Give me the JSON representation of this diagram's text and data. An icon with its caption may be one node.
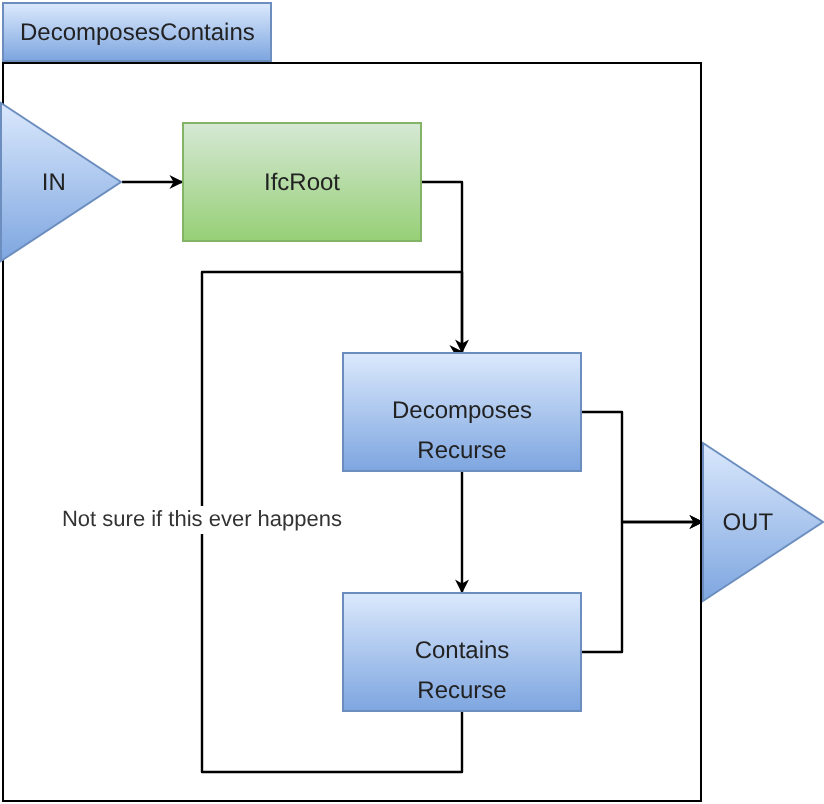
{
  "diagram": {
    "nodes": [
      {
        "text": [
          "DecomposesContains"
        ]
      },
      {
        "text": [
          "IN"
        ],
        "in": 0
      },
      {
        "text": [
          "IfcRoot"
        ],
        "in": 0
      },
      {
        "text": [
          "Decomposes Recurse"
        ],
        "in": 0
      },
      {
        "text": [
          "Contains Recurse"
        ],
        "in": 0
      },
      {
        "text": [
          "OUT"
        ]
      }
    ],
    "edges": [
      {
        "from": 1,
        "to": 2,
        "arrow": "to"
      },
      {
        "from": 2,
        "to": 3,
        "arrow": "to"
      },
      {
        "from": 4,
        "to": 3,
        "arrow": "to",
        "label": "Not sure if this ever happens"
      },
      {
        "from": 3,
        "to": 4,
        "arrow": "to"
      },
      {
        "from": 3,
        "to": 5,
        "arrow": "to"
      },
      {
        "from": 4,
        "to": 5,
        "arrow": "to"
      }
    ]
  }
}
